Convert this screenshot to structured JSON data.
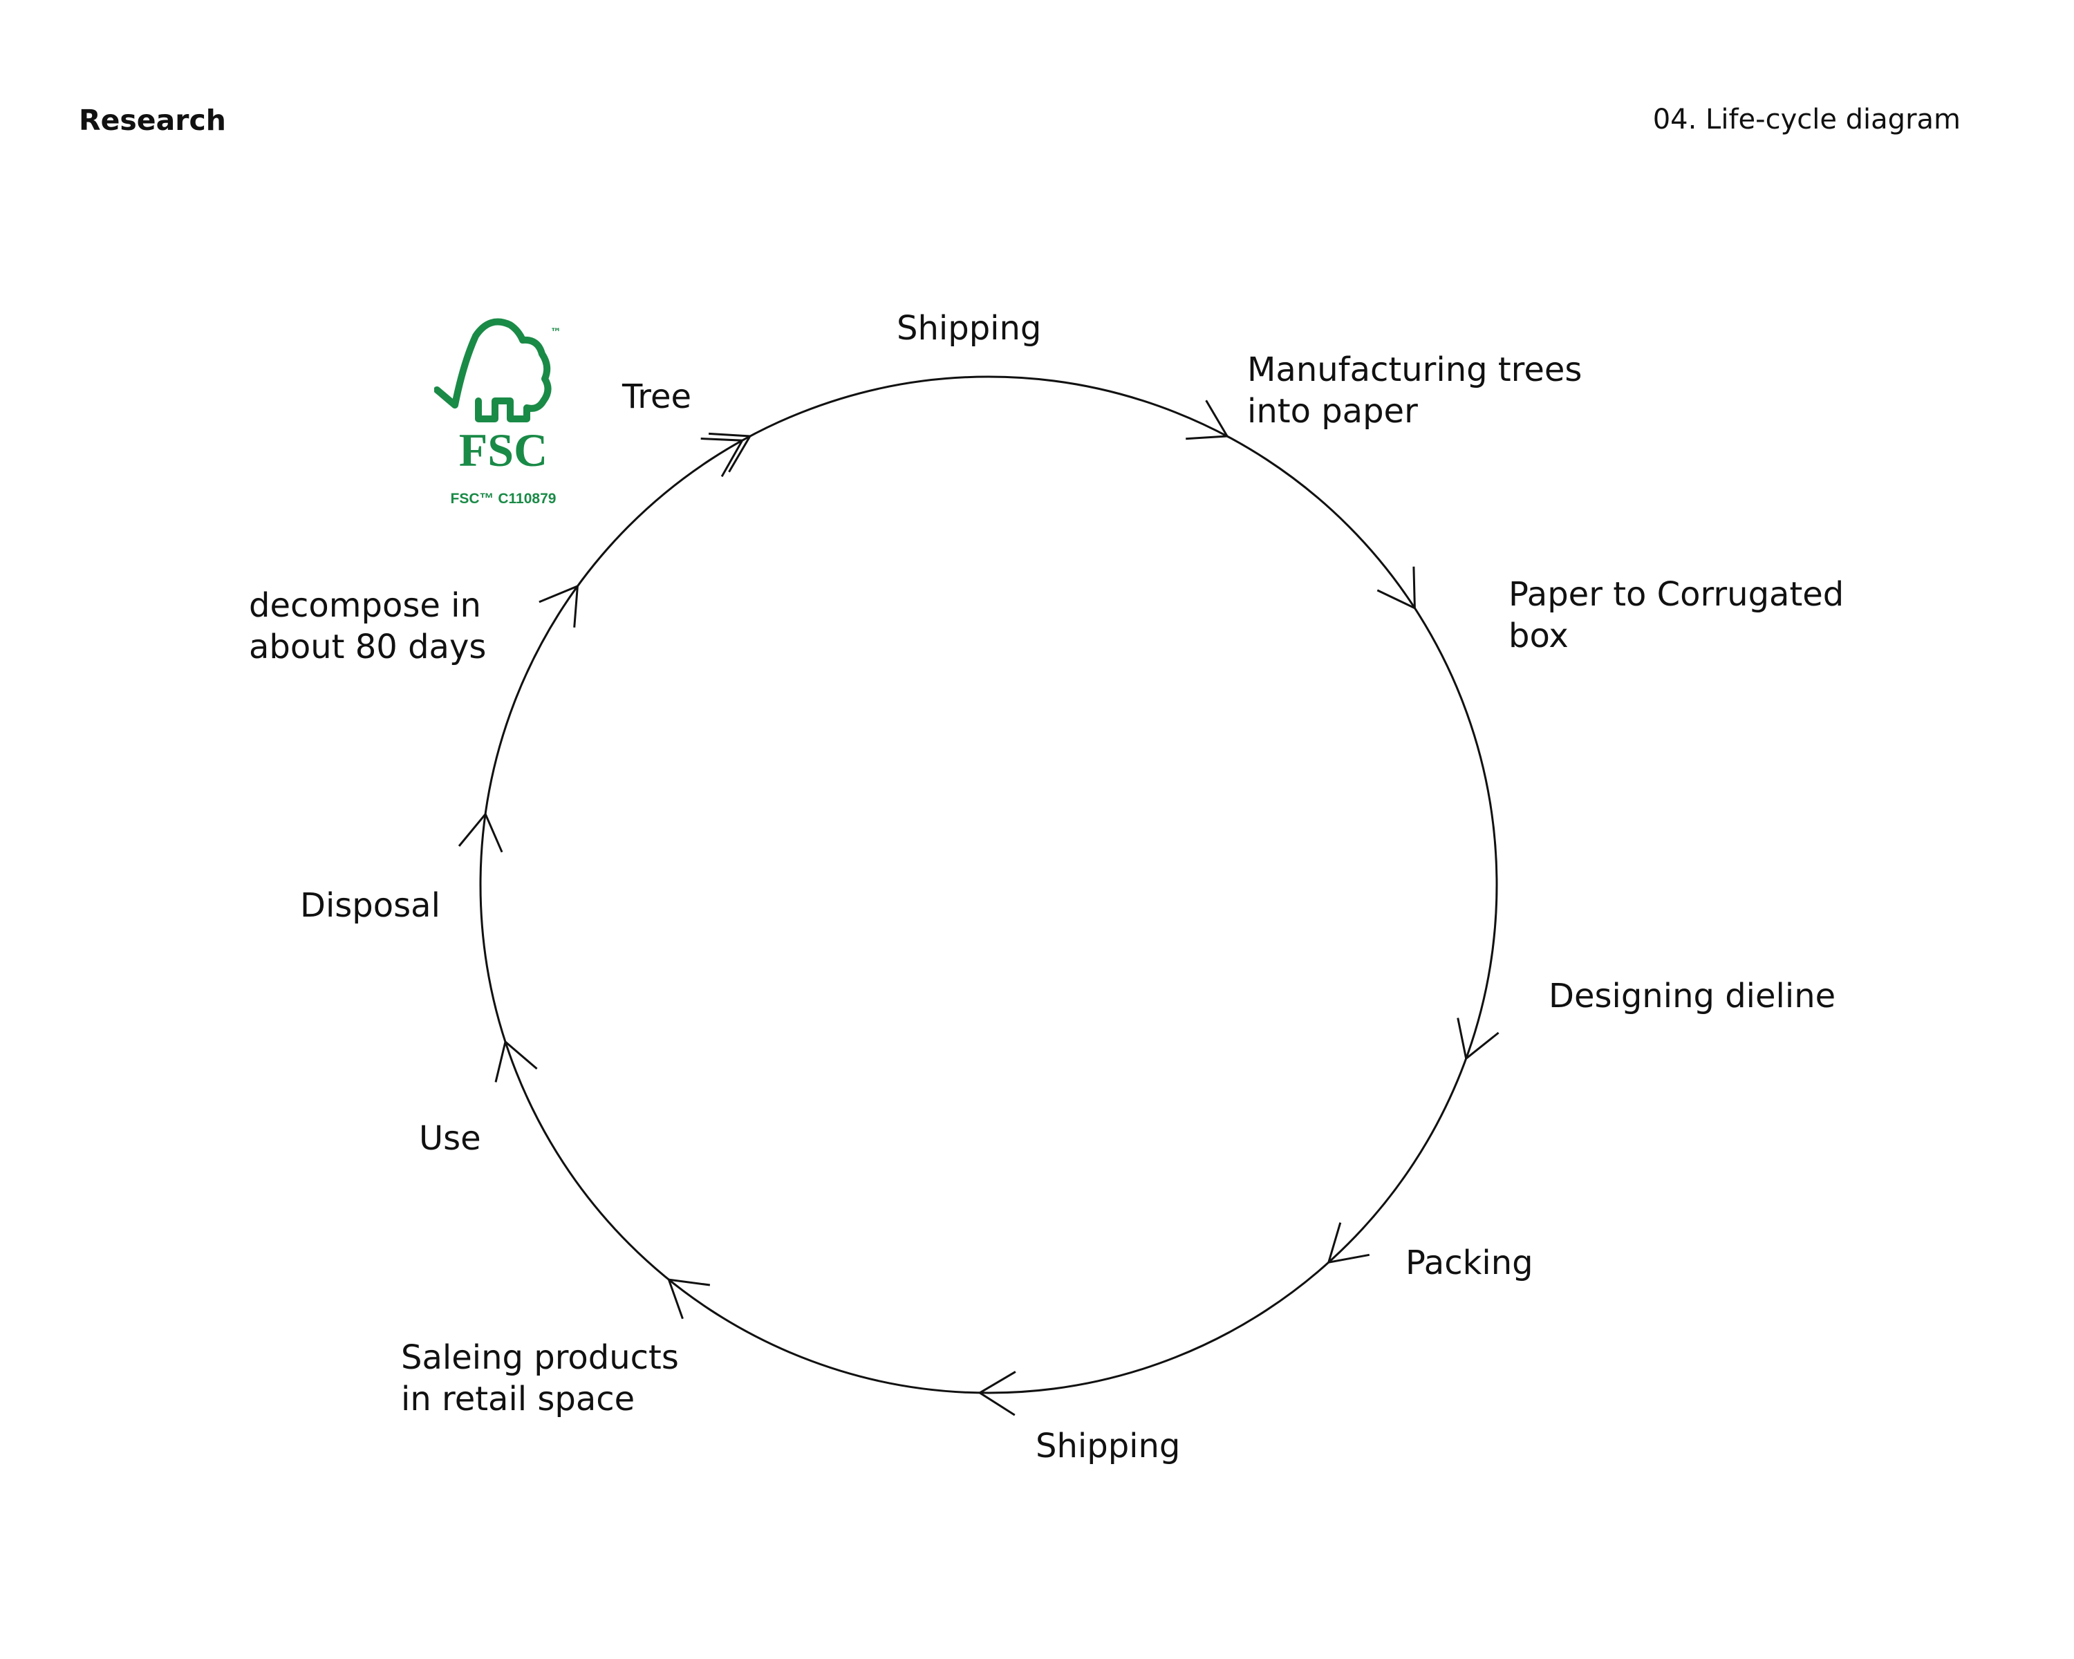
{
  "header": {
    "section": "Research",
    "title": "04. Life-cycle diagram"
  },
  "logo": {
    "wordmark": "FSC",
    "trademark": "™",
    "license_code": "FSC™ C110879",
    "color": "#1a8a47"
  },
  "stages": [
    {
      "label": "Tree"
    },
    {
      "label": "Shipping"
    },
    {
      "label": "Manufacturing trees\ninto paper"
    },
    {
      "label": "Paper to Corrugated\nbox"
    },
    {
      "label": "Designing dieline"
    },
    {
      "label": "Packing"
    },
    {
      "label": "Shipping"
    },
    {
      "label": "Saleing products\nin retail space"
    },
    {
      "label": "Use"
    },
    {
      "label": "Disposal"
    },
    {
      "label": "decompose in\nabout 80 days"
    }
  ],
  "arrow_direction": "clockwise"
}
